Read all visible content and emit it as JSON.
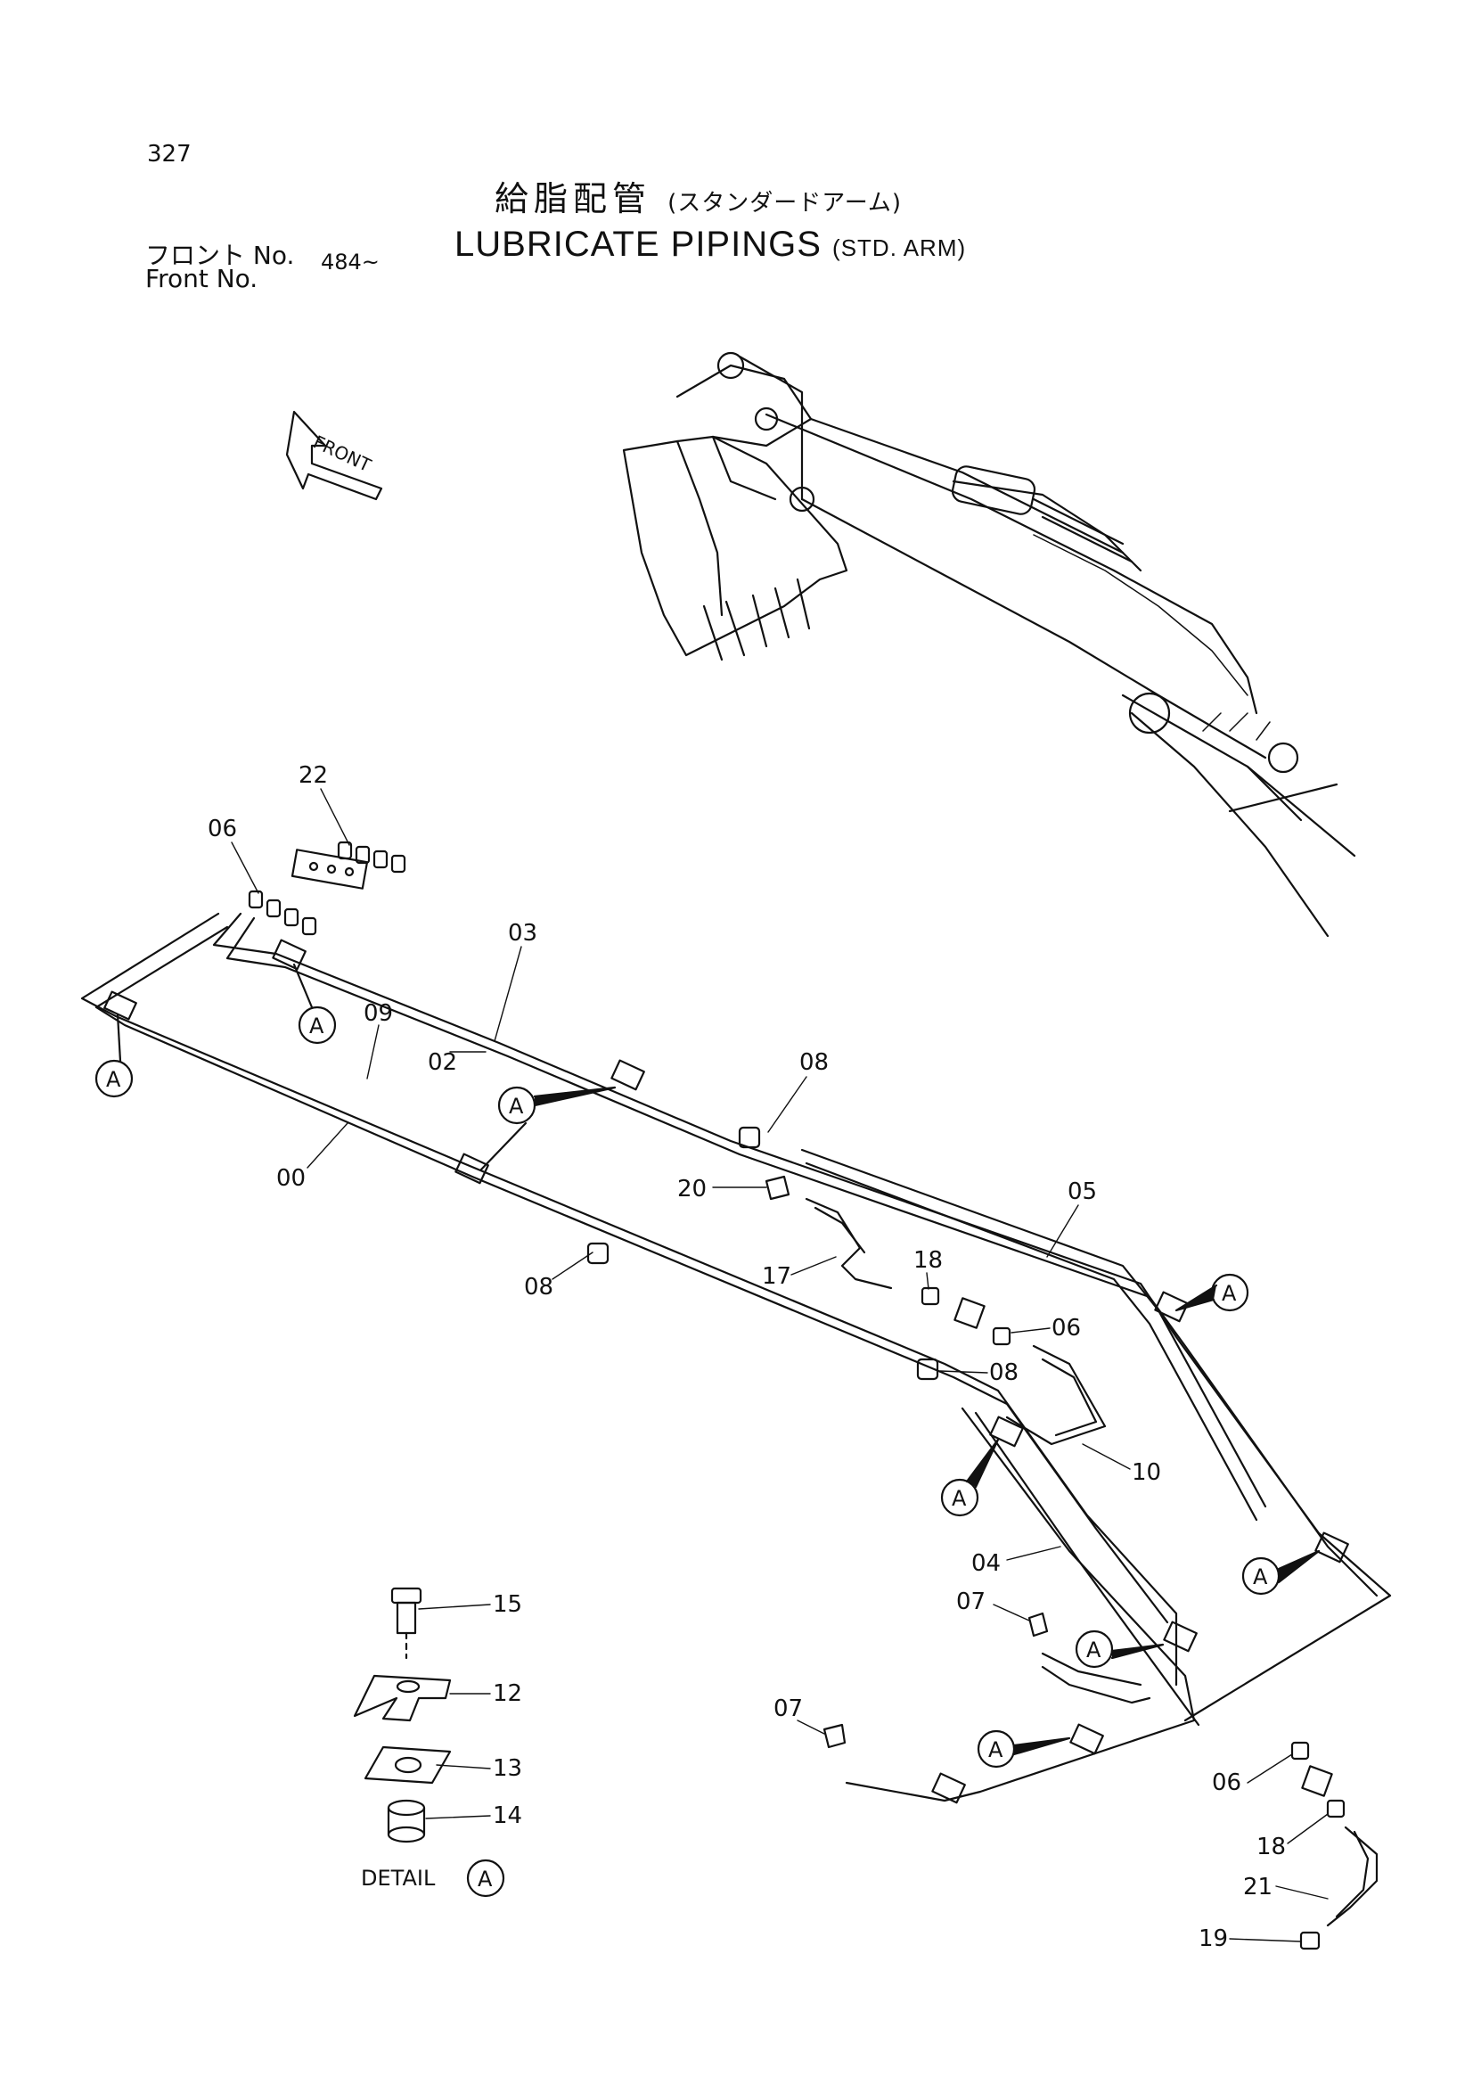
{
  "header": {
    "page_number": "327",
    "title_jp": "給脂配管",
    "title_jp_sub": "(スタンダードアーム)",
    "title_en": "LUBRICATE PIPINGS",
    "title_en_sub": "(STD. ARM)",
    "front_jp": "フロント No.",
    "front_en": "Front     No.",
    "front_range": "484~"
  },
  "diagram": {
    "front_arrow_label": "FRONT",
    "detail_label": "DETAIL",
    "detail_ref": "A",
    "clamp_ref": "A",
    "part_labels": [
      "22",
      "06",
      "03",
      "02",
      "09",
      "00",
      "08",
      "05",
      "20",
      "17",
      "18",
      "06",
      "08",
      "10",
      "04",
      "07",
      "07",
      "06",
      "18",
      "21",
      "19",
      "15",
      "12",
      "13",
      "14",
      "08"
    ]
  }
}
